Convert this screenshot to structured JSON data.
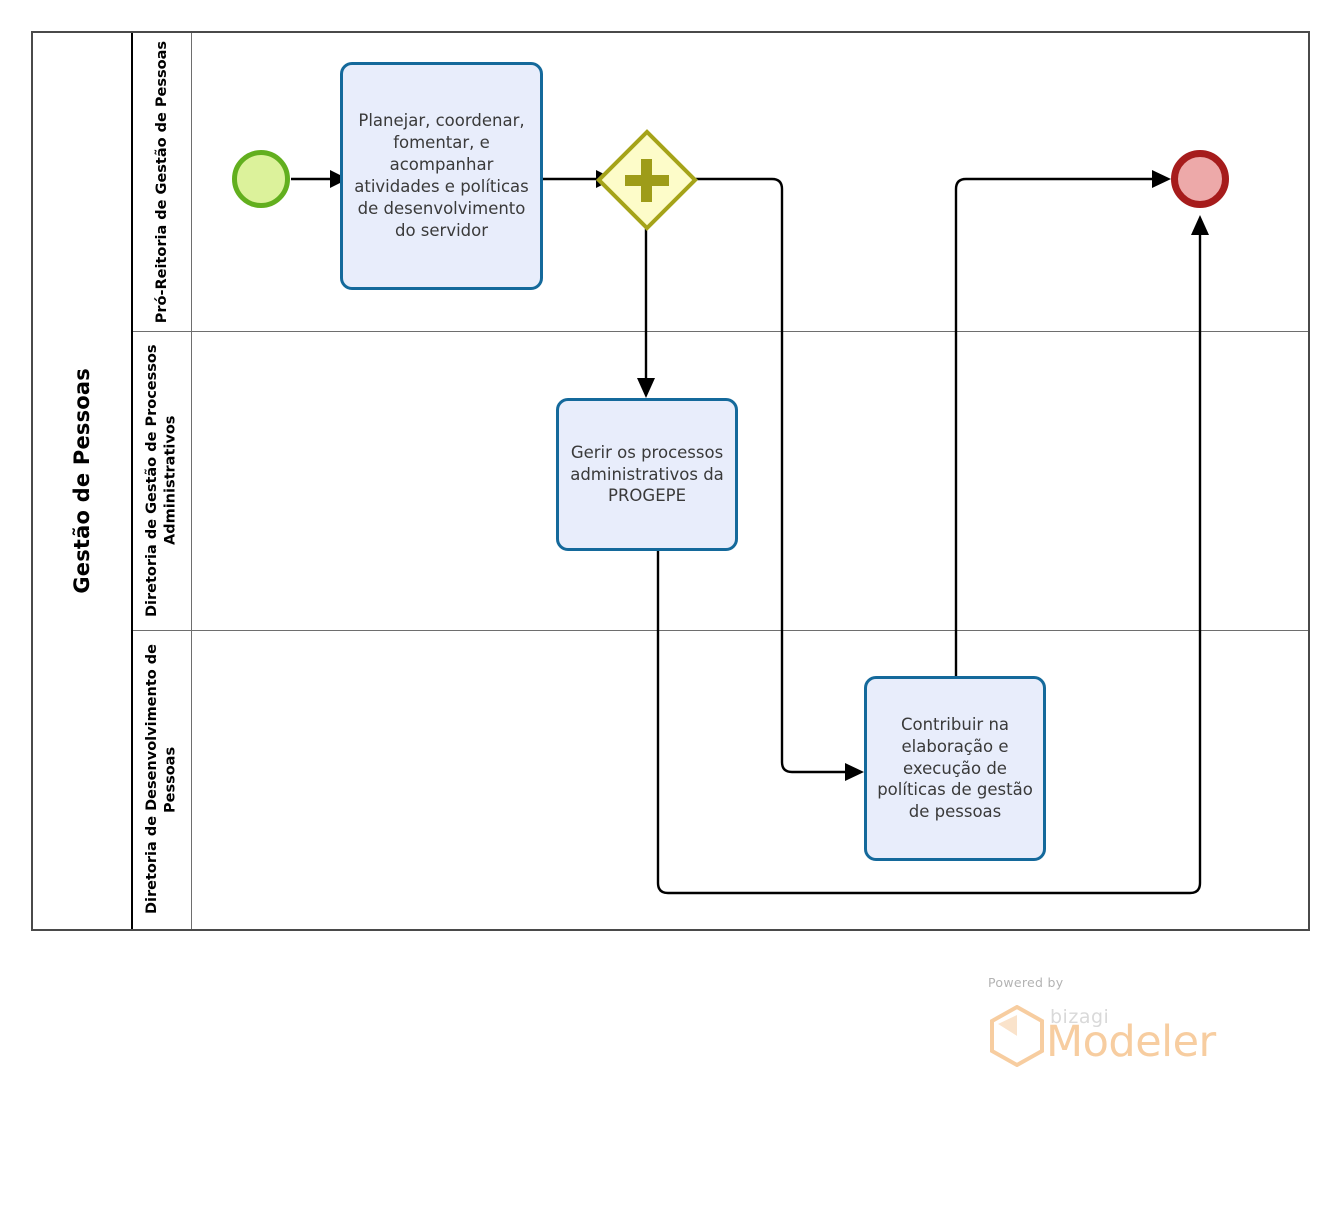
{
  "pool": {
    "title": "Gestão de Pessoas",
    "lanes": [
      {
        "id": "lane-pro-reitoria",
        "label": "Pró-Reitoria de Gestão de Pessoas"
      },
      {
        "id": "lane-processos-adm",
        "label": "Diretoria de Gestão de Processos Administrativos"
      },
      {
        "id": "lane-desenvolvimento",
        "label": "Diretoria de Desenvolvimento de Pessoas"
      }
    ]
  },
  "nodes": {
    "start_event": {
      "name": "start-event",
      "type": "start-event",
      "label": ""
    },
    "task1": {
      "name": "task-planejar",
      "type": "task",
      "label": "Planejar, coordenar, fomentar, e acompanhar atividades e políticas de desenvolvimento do servidor"
    },
    "gateway": {
      "name": "parallel-gateway",
      "type": "parallel-gateway",
      "label": "+"
    },
    "task2": {
      "name": "task-gerir-processos",
      "type": "task",
      "label": "Gerir os processos administrativos da PROGEPE"
    },
    "task3": {
      "name": "task-contribuir-politicas",
      "type": "task",
      "label": "Contribuir na elaboração e execução de políticas de gestão de pessoas"
    },
    "end_event": {
      "name": "end-event",
      "type": "end-event",
      "label": ""
    }
  },
  "colors": {
    "task_fill": "#e8edfb",
    "task_border": "#14699b",
    "start_fill": "#dcf29b",
    "start_border": "#62af1e",
    "end_fill": "#eda9a9",
    "end_border": "#a61c1c",
    "gateway_fill": "#fdfcc9",
    "gateway_border": "#a5a319",
    "gateway_symbol": "#9e9c19",
    "pool_border": "#4a4a4a",
    "lane_border": "#6e6e6e",
    "connector": "#000000",
    "watermark_orange": "#f7cda0",
    "watermark_gray": "#b3b3b3"
  },
  "watermark": {
    "powered_by": "Powered by",
    "brand": "bizagi",
    "product": "Modeler"
  }
}
